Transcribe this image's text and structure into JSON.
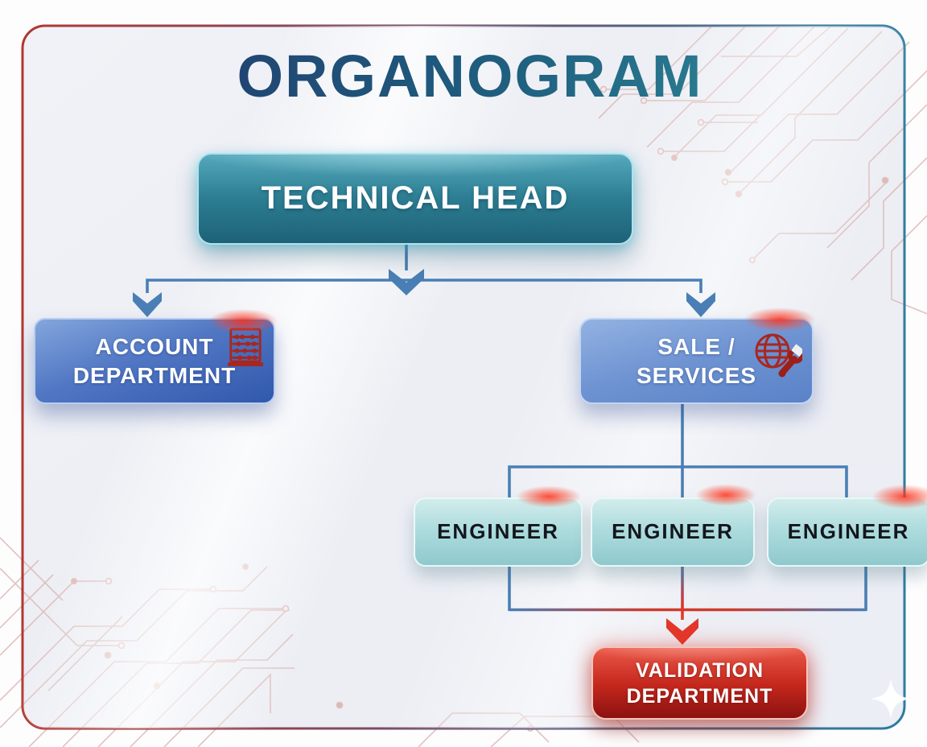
{
  "page": {
    "title": "ORGANOGRAM"
  },
  "org": {
    "root": {
      "label": "TECHNICAL HEAD"
    },
    "level1": [
      {
        "id": "account",
        "line1": "ACCOUNT",
        "line2": "DEPARTMENT",
        "icon": "abacus-icon"
      },
      {
        "id": "sales",
        "line1": "SALE /",
        "line2": "SERVICES",
        "icon": "globe-wrench-icon"
      }
    ],
    "engineers": [
      {
        "label": "ENGINEER"
      },
      {
        "label": "ENGINEER"
      },
      {
        "label": "ENGINEER"
      }
    ],
    "validation": {
      "line1": "VALIDATION",
      "line2": "DEPARTMENT"
    }
  },
  "decor": {
    "sparkle": "sparkle-icon",
    "corner_patterns": [
      "circuit-pattern-top-right",
      "circuit-pattern-bottom-left"
    ]
  },
  "colors": {
    "title_gradient": [
      "#20406f",
      "#2d8294"
    ],
    "frame_gradient": [
      "#b23730",
      "#2e7ca0"
    ],
    "connector_blue": "#4a7fb5",
    "connector_red": "#d6281c",
    "box_teal_top": "#55a9bc",
    "box_teal_bottom": "#1d6277",
    "box_blue_account_top": "#83a6dc",
    "box_blue_account_bottom": "#3058ac",
    "box_blue_sales_top": "#93b2e2",
    "box_blue_sales_bottom": "#5a82c7",
    "box_mint_top": "#d3ecec",
    "box_mint_bottom": "#8fc9cd",
    "box_red_top": "#ea5848",
    "box_red_bottom": "#8c1210",
    "circuit_pink": "#dcb9b5",
    "background_inner": "#edeff5",
    "glow_red": "#ff3019"
  }
}
